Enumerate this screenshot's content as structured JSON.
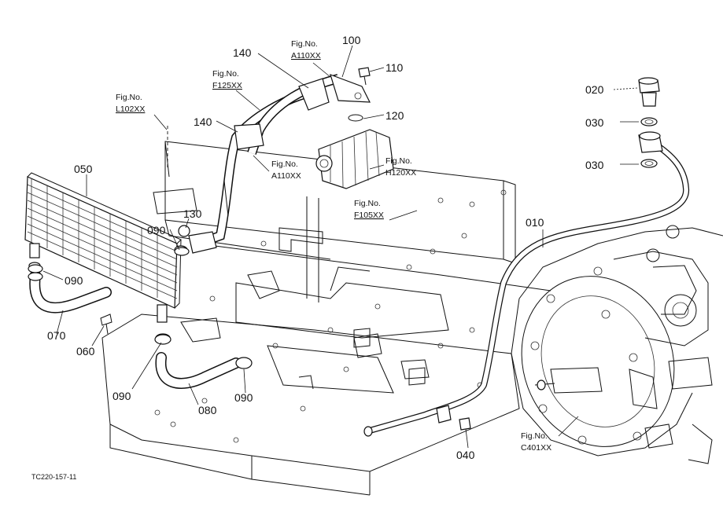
{
  "parts": [
    {
      "id": "p010",
      "num": "010"
    },
    {
      "id": "p020",
      "num": "020"
    },
    {
      "id": "p030a",
      "num": "030"
    },
    {
      "id": "p030b",
      "num": "030"
    },
    {
      "id": "p040",
      "num": "040"
    },
    {
      "id": "p050",
      "num": "050"
    },
    {
      "id": "p060",
      "num": "060"
    },
    {
      "id": "p070",
      "num": "070"
    },
    {
      "id": "p080",
      "num": "080"
    },
    {
      "id": "p090a",
      "num": "090"
    },
    {
      "id": "p090b",
      "num": "090"
    },
    {
      "id": "p090c",
      "num": "090"
    },
    {
      "id": "p090d",
      "num": "090"
    },
    {
      "id": "p100",
      "num": "100"
    },
    {
      "id": "p110",
      "num": "110"
    },
    {
      "id": "p120",
      "num": "120"
    },
    {
      "id": "p130",
      "num": "130"
    },
    {
      "id": "p140a",
      "num": "140"
    },
    {
      "id": "p140b",
      "num": "140"
    }
  ],
  "fig_refs": [
    {
      "id": "fA110a",
      "label": "Fig.No.",
      "code": "A110XX"
    },
    {
      "id": "fF125",
      "label": "Fig.No.",
      "code": "F125XX"
    },
    {
      "id": "fL102",
      "label": "Fig.No.",
      "code": "L102XX"
    },
    {
      "id": "fA110b",
      "label": "Fig.No.",
      "code": "A110XX"
    },
    {
      "id": "fH120",
      "label": "Fig.No.",
      "code": "H120XX"
    },
    {
      "id": "fF105",
      "label": "Fig.No.",
      "code": "F105XX"
    },
    {
      "id": "fC401",
      "label": "Fig.No.",
      "code": "C401XX"
    }
  ],
  "drawing_code": "TC220-157-11"
}
